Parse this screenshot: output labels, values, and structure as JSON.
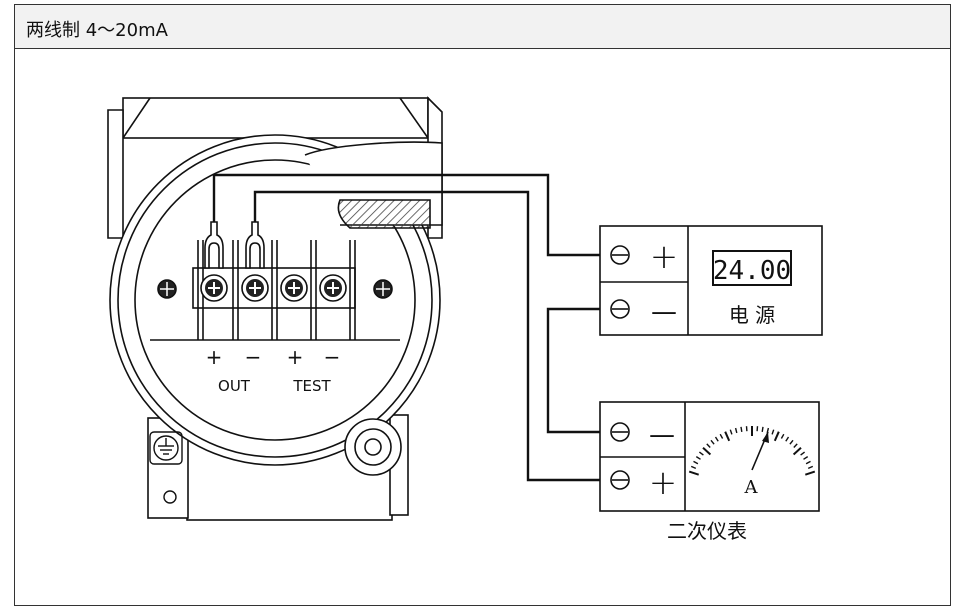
{
  "header": {
    "title": "两线制 4～20mA"
  },
  "transmitter": {
    "terminal_signs": [
      "+",
      "−",
      "+",
      "−"
    ],
    "out_label": "OUT",
    "test_label": "TEST"
  },
  "power_supply": {
    "plus_sign": "+",
    "minus_sign": "—",
    "display_value": "24.00",
    "label": "电 源"
  },
  "meter": {
    "minus_sign": "—",
    "plus_sign": "+",
    "unit": "A",
    "label": "二次仪表"
  }
}
